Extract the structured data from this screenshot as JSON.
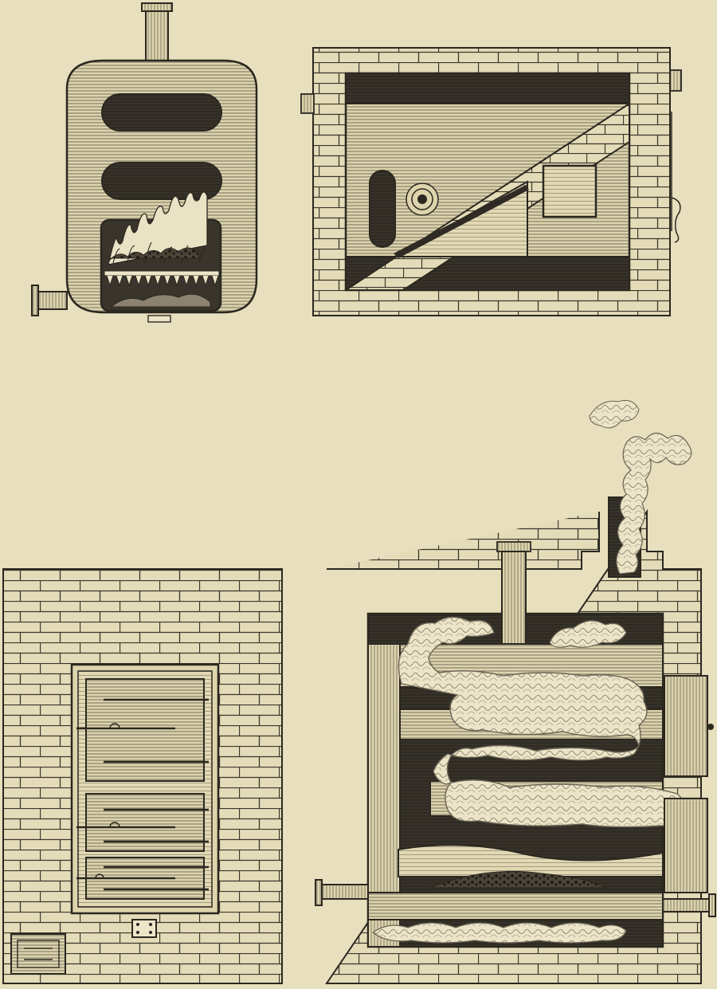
{
  "page": {
    "colors": {
      "paper": "#e7dfbd",
      "ink": "#2b2820",
      "dark_fill": "#2f2b24",
      "hatch": "#6d6656"
    }
  },
  "figures": [
    {
      "id": "upright-boiler",
      "description_icon": "boiler-front-icon"
    },
    {
      "id": "boiler-side-section",
      "description_icon": "boiler-section-icon"
    },
    {
      "id": "brick-furnace-front",
      "description_icon": "furnace-doors-icon"
    },
    {
      "id": "brick-furnace-flue-section",
      "description_icon": "furnace-flue-icon"
    }
  ]
}
